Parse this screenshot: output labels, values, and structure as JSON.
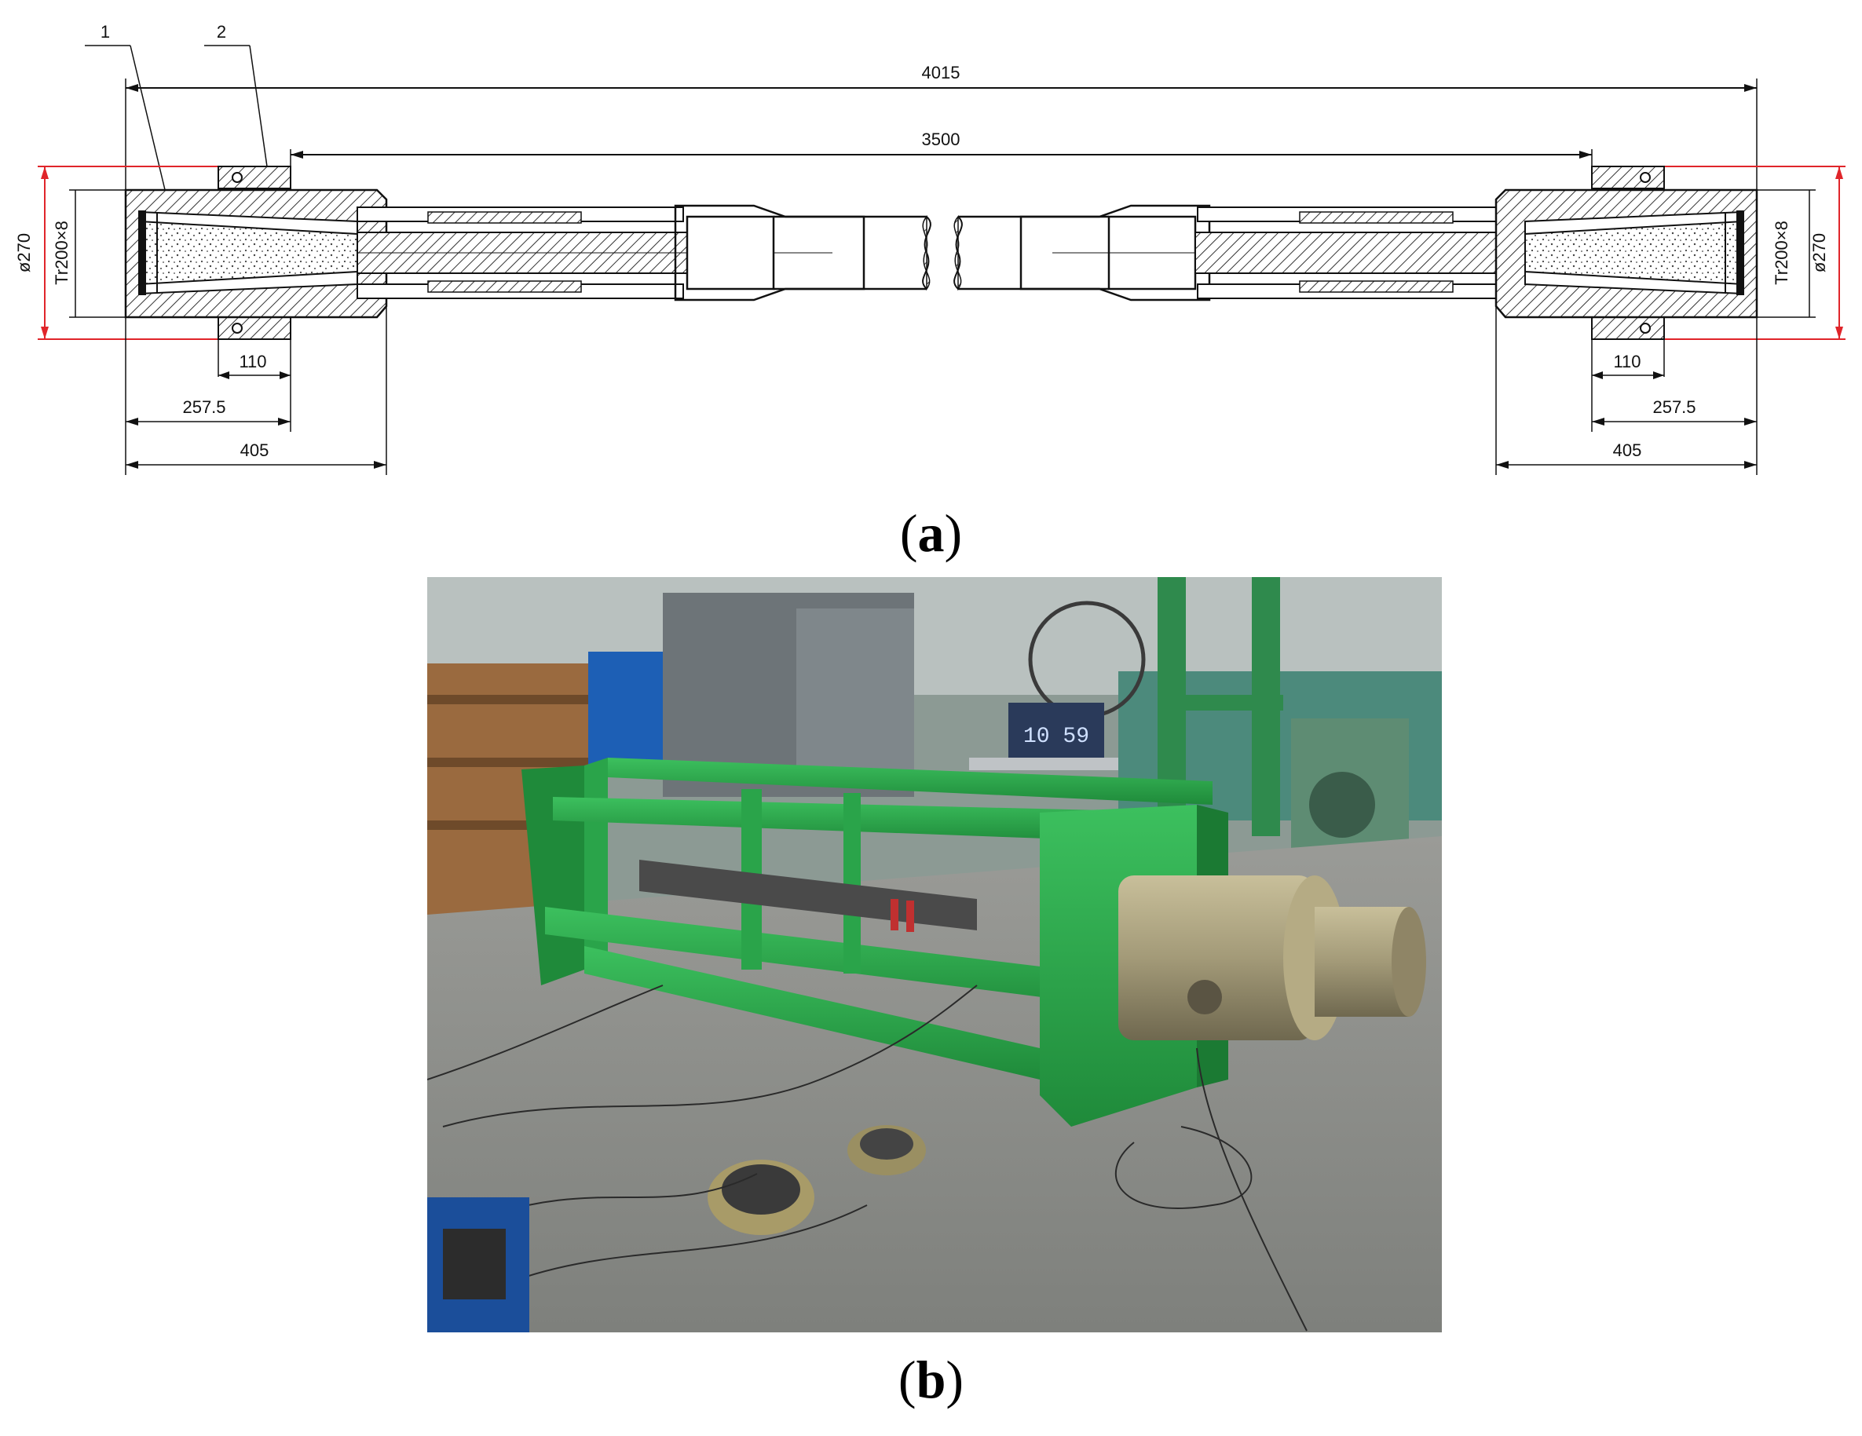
{
  "drawing": {
    "part_labels": [
      "1",
      "2"
    ],
    "overall_length": "4015",
    "inner_length": "3500",
    "outer_diameter": "ø270",
    "thread": "Tr200×8",
    "collar_width": "110",
    "collar_offset": "257.5",
    "end_length": "405",
    "colors": {
      "line": "#111111",
      "red": "#e0252a",
      "hatch": "#333333"
    }
  },
  "captions": {
    "a": "a",
    "b": "b"
  },
  "photo": {
    "colors": {
      "frame_green": "#27a348",
      "steel": "#a39a78",
      "floor": "#8f908c",
      "wall": "#4c8a7c"
    },
    "display_reading": "10 59"
  }
}
